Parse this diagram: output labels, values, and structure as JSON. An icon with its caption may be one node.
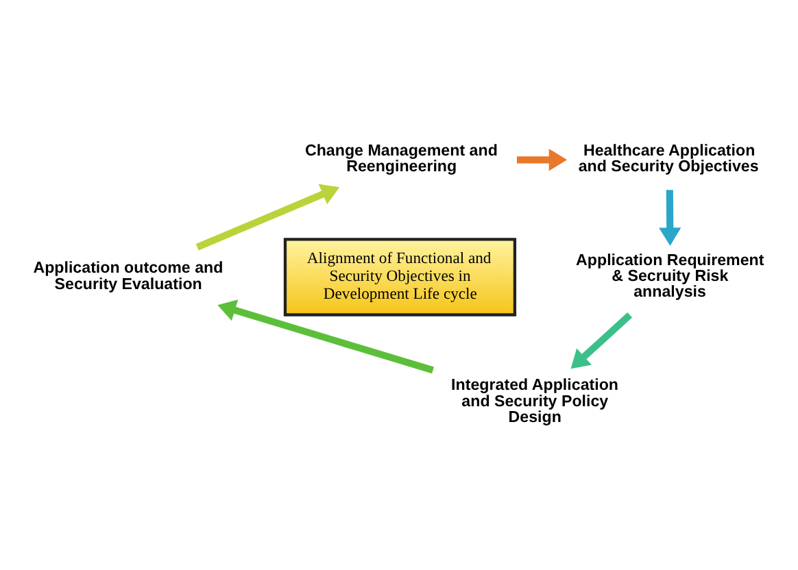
{
  "diagram": {
    "nodes": [
      {
        "text": [
          "Change Management and Reengineering"
        ]
      },
      {
        "text": [
          "Healthcare Application and Security Objectives"
        ]
      },
      {
        "text": [
          "Application Requirement & Secruity Risk annalysis"
        ]
      },
      {
        "text": [
          "Integrated Application and Security Policy Design"
        ]
      },
      {
        "text": [
          "Application outcome and Security Evaluation"
        ]
      },
      {
        "text": [
          "Alignment of Functional and Security Objectives in Development Life cycle"
        ]
      }
    ],
    "edges": [
      {
        "from": 0,
        "to": 1,
        "arrow": "to",
        "color": "#e8782a"
      },
      {
        "from": 1,
        "to": 2,
        "arrow": "to",
        "color": "#2aa6c8"
      },
      {
        "from": 2,
        "to": 3,
        "arrow": "to",
        "color": "#3cc08a"
      },
      {
        "from": 3,
        "to": 4,
        "arrow": "to",
        "color": "#5cbf3a"
      },
      {
        "from": 4,
        "to": 0,
        "arrow": "to",
        "color": "#b8d43a"
      }
    ]
  }
}
